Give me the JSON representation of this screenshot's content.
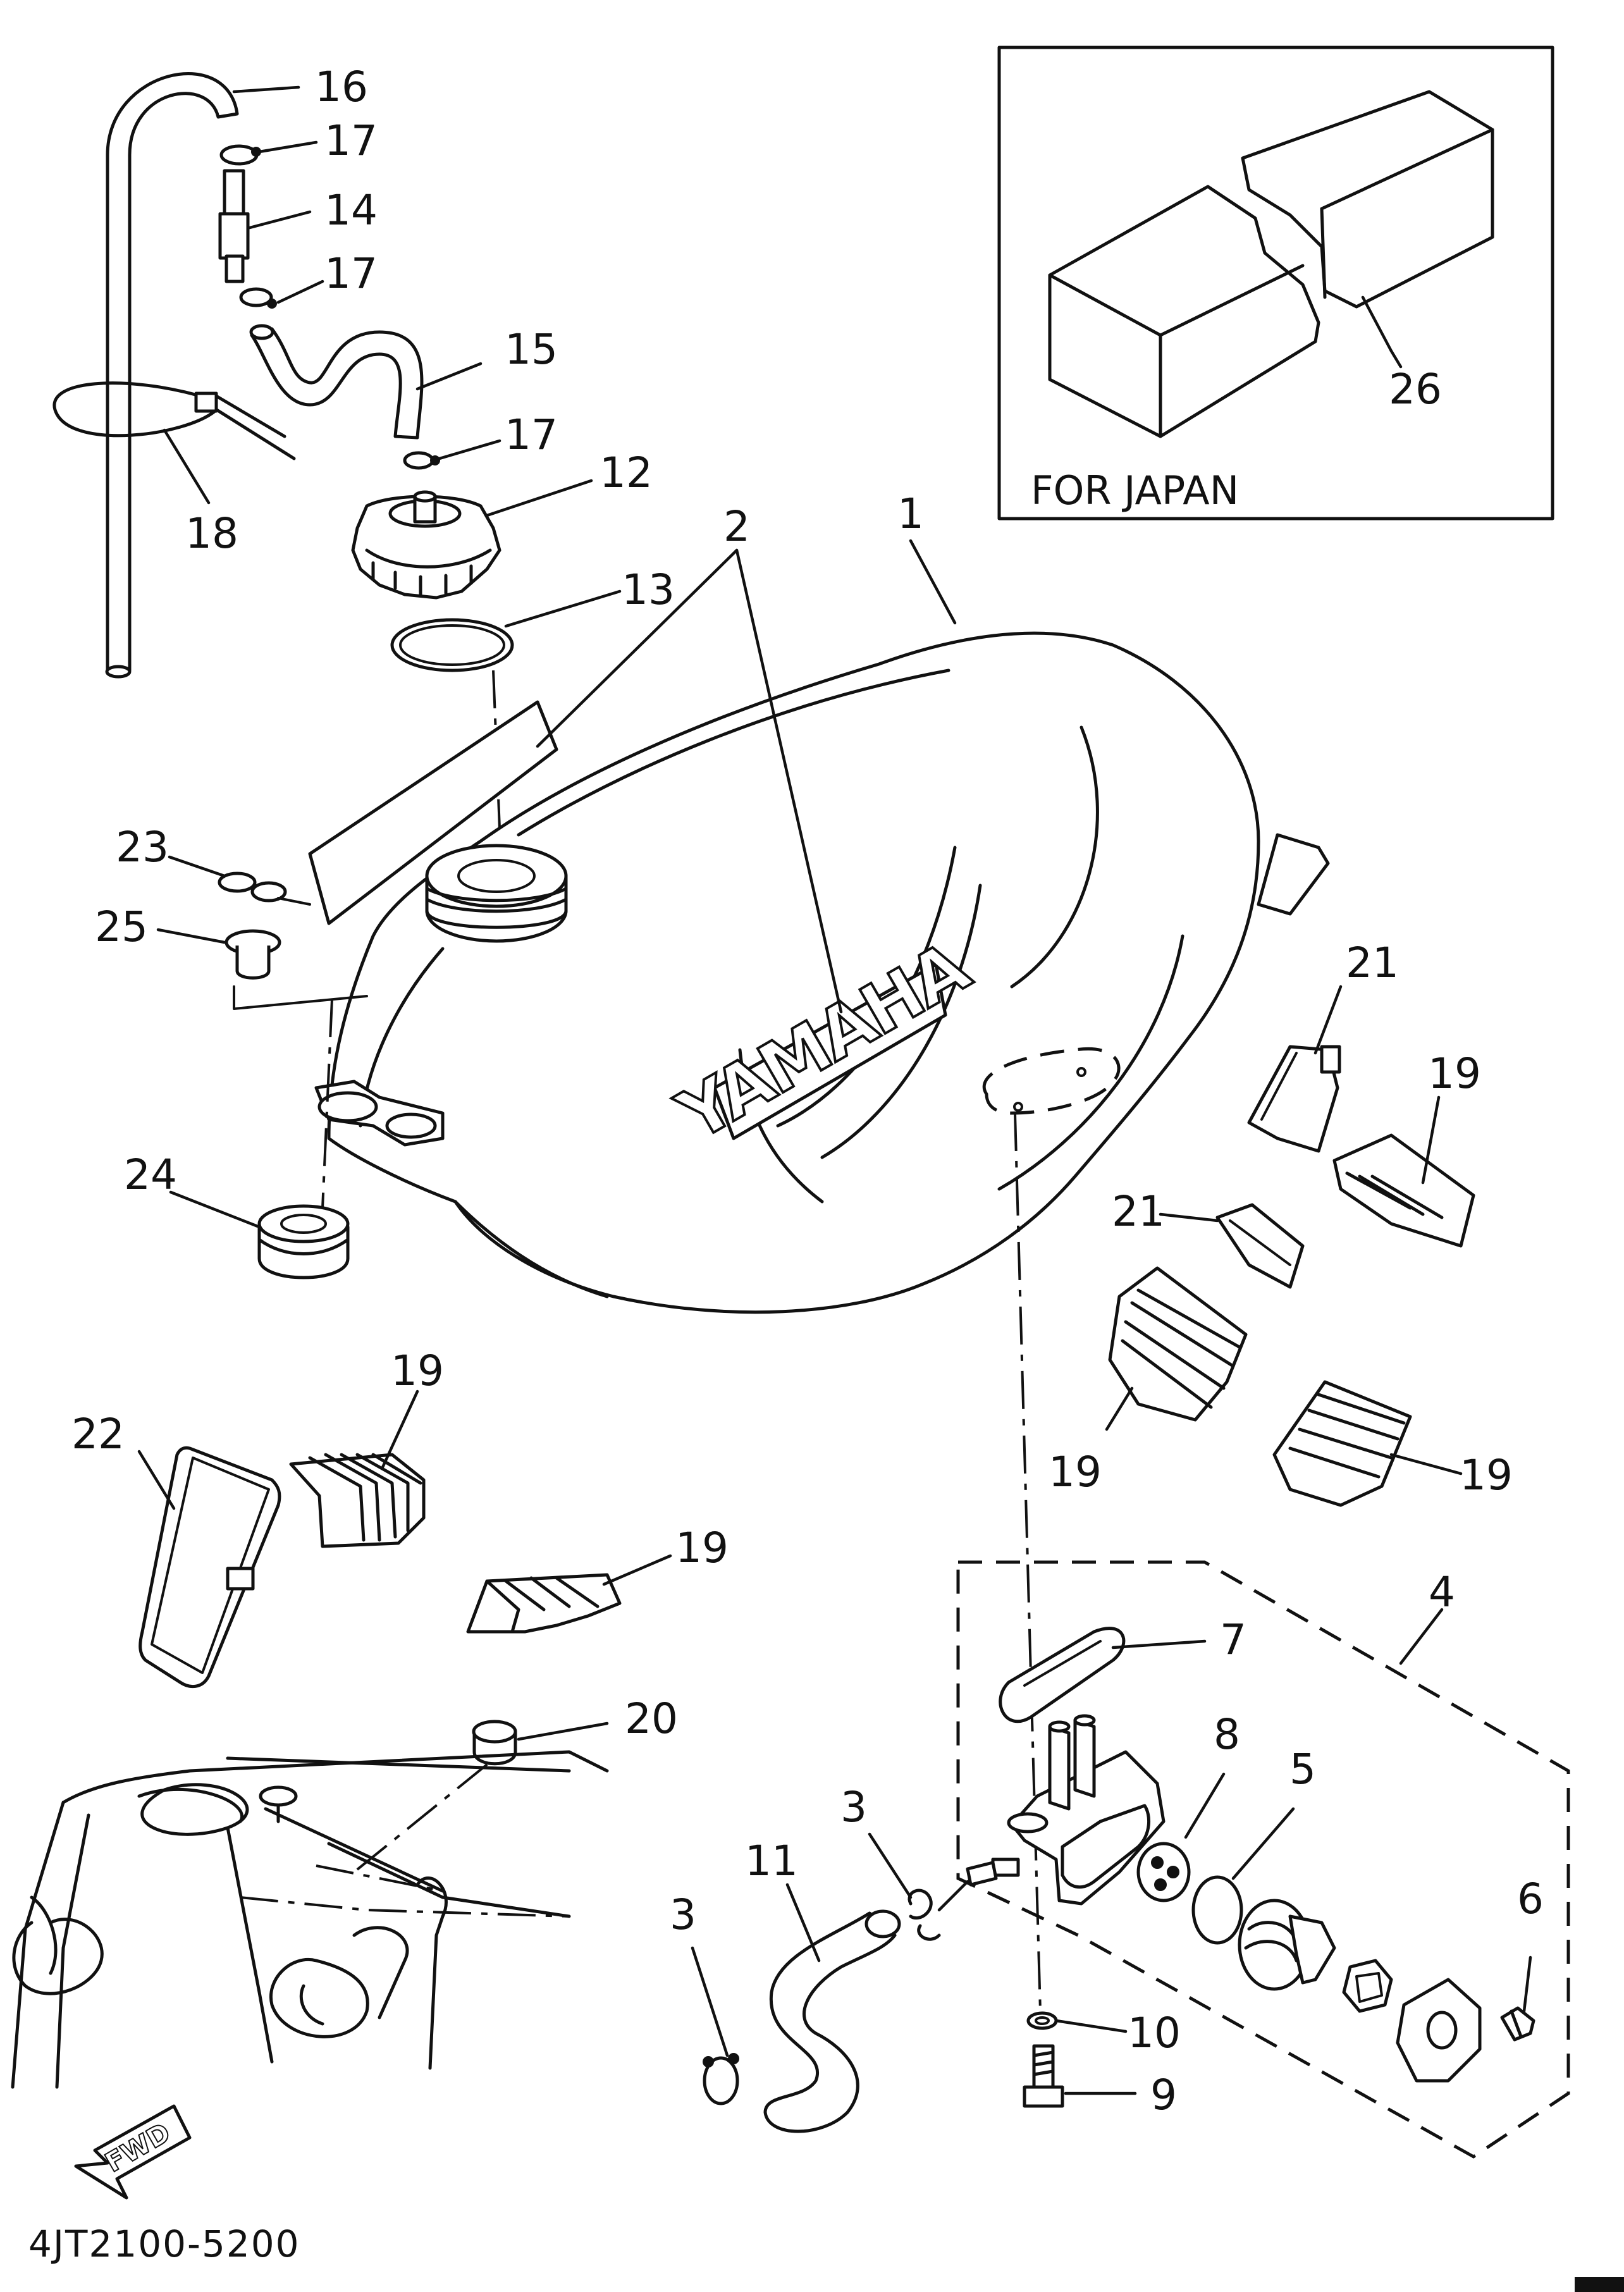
{
  "diagram": {
    "inset_caption": "FOR  JAPAN",
    "drawing_code": "4JT2100-5200",
    "tank_logo": "YAMAHA",
    "direction_arrow": "FWD"
  },
  "callouts": {
    "c1": "1",
    "c2": "2",
    "c3a": "3",
    "c3b": "3",
    "c4": "4",
    "c5": "5",
    "c6": "6",
    "c7": "7",
    "c8": "8",
    "c9": "9",
    "c10": "10",
    "c11": "11",
    "c12": "12",
    "c13": "13",
    "c14": "14",
    "c15": "15",
    "c16": "16",
    "c17a": "17",
    "c17b": "17",
    "c17c": "17",
    "c18": "18",
    "c19a": "19",
    "c19b": "19",
    "c19c": "19",
    "c19d": "19",
    "c19e": "19",
    "c20": "20",
    "c21a": "21",
    "c21b": "21",
    "c22": "22",
    "c23": "23",
    "c24": "24",
    "c25": "25",
    "c26": "26"
  }
}
